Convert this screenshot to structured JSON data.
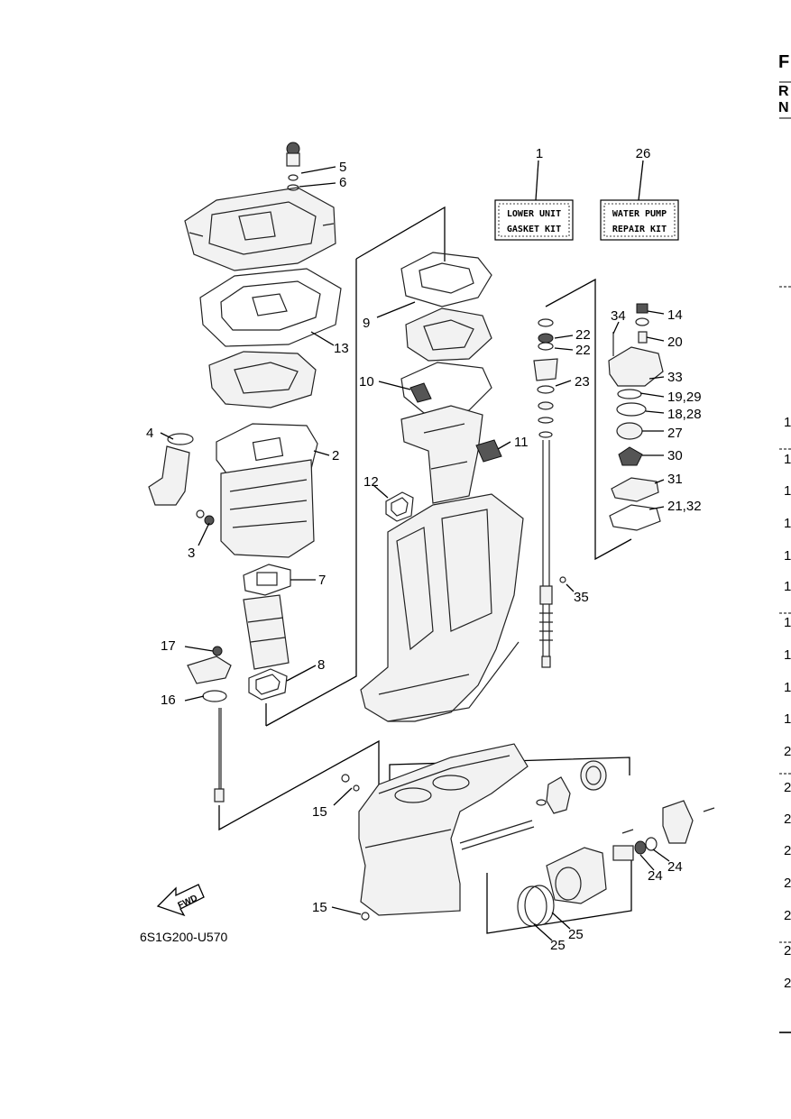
{
  "diagram": {
    "code": "6S1G200-U570",
    "fwd_label": "FWD",
    "kits": [
      {
        "number": "1",
        "line1": "LOWER UNIT",
        "line2": "GASKET KIT"
      },
      {
        "number": "26",
        "line1": "WATER PUMP",
        "line2": "REPAIR KIT"
      }
    ],
    "callouts": [
      "5",
      "6",
      "9",
      "13",
      "22",
      "22",
      "34",
      "14",
      "20",
      "33",
      "10",
      "23",
      "19,29",
      "18,28",
      "4",
      "2",
      "11",
      "27",
      "12",
      "30",
      "31",
      "21,32",
      "3",
      "7",
      "35",
      "17",
      "8",
      "16",
      "15",
      "24",
      "24",
      "15",
      "25",
      "25"
    ]
  },
  "edge": {
    "top_letters": [
      "F",
      "R",
      "N"
    ],
    "row_marks": [
      "1",
      "1",
      "1",
      "1",
      "1",
      "1",
      "1",
      "1",
      "1",
      "1",
      "2",
      "2",
      "2",
      "2",
      "2",
      "2",
      "2",
      "2"
    ]
  }
}
